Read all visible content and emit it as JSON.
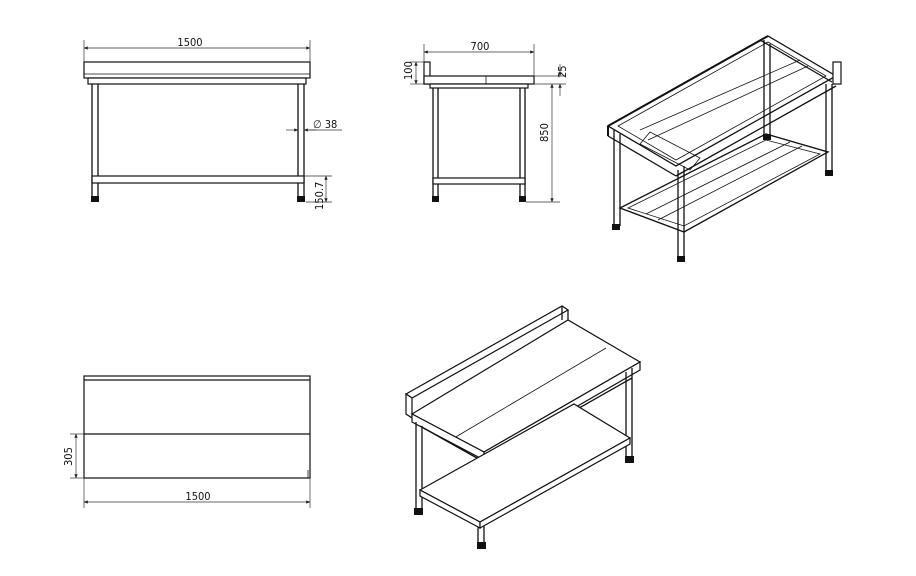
{
  "front_view": {
    "width_label": "1500",
    "tube_diameter_label": "∅ 38",
    "shelf_height_label": "150.7"
  },
  "side_view": {
    "depth_label": "700",
    "backsplash_label": "100",
    "top_thickness_label": "25",
    "height_label": "850"
  },
  "top_view": {
    "depth_label": "305",
    "width_label": "1500"
  }
}
